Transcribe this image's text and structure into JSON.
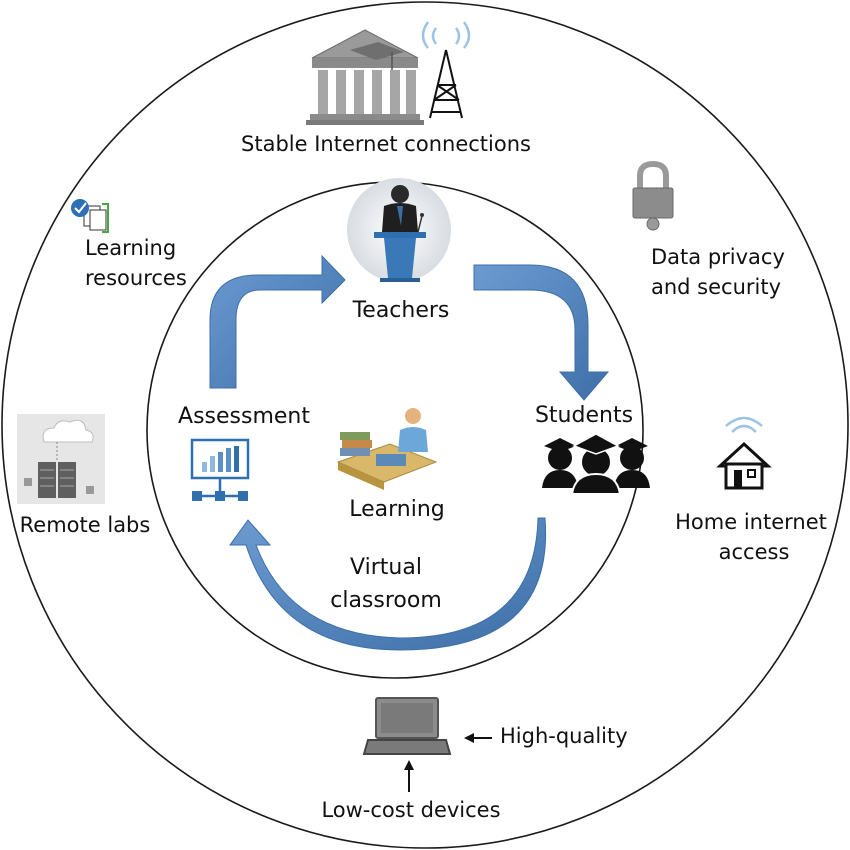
{
  "outer_labels": {
    "stable_internet": "Stable Internet connections",
    "learning_resources_line1": "Learning",
    "learning_resources_line2": "resources",
    "data_privacy_line1": "Data privacy",
    "data_privacy_line2": "and security",
    "remote_labs": "Remote labs",
    "home_internet_line1": "Home internet",
    "home_internet_line2": "access",
    "high_quality": "High-quality",
    "low_cost_devices": "Low-cost devices"
  },
  "inner_labels": {
    "teachers": "Teachers",
    "students": "Students",
    "assessment": "Assessment",
    "learning": "Learning",
    "virtual_line1": "Virtual",
    "virtual_line2": "classroom"
  },
  "colors": {
    "arrow_blue": "#4f81bd",
    "arrow_dark": "#2f5f94",
    "icon_gray": "#8c8c8c",
    "circle_stroke": "#1a1a1a"
  },
  "icons": [
    "university-building-icon",
    "radio-tower-icon",
    "checklist-document-icon",
    "padlock-icon",
    "cloud-server-icon",
    "wifi-house-icon",
    "laptop-icon",
    "teacher-podium-icon",
    "graduates-icon",
    "monitor-chart-icon",
    "learning-desk-icon"
  ]
}
